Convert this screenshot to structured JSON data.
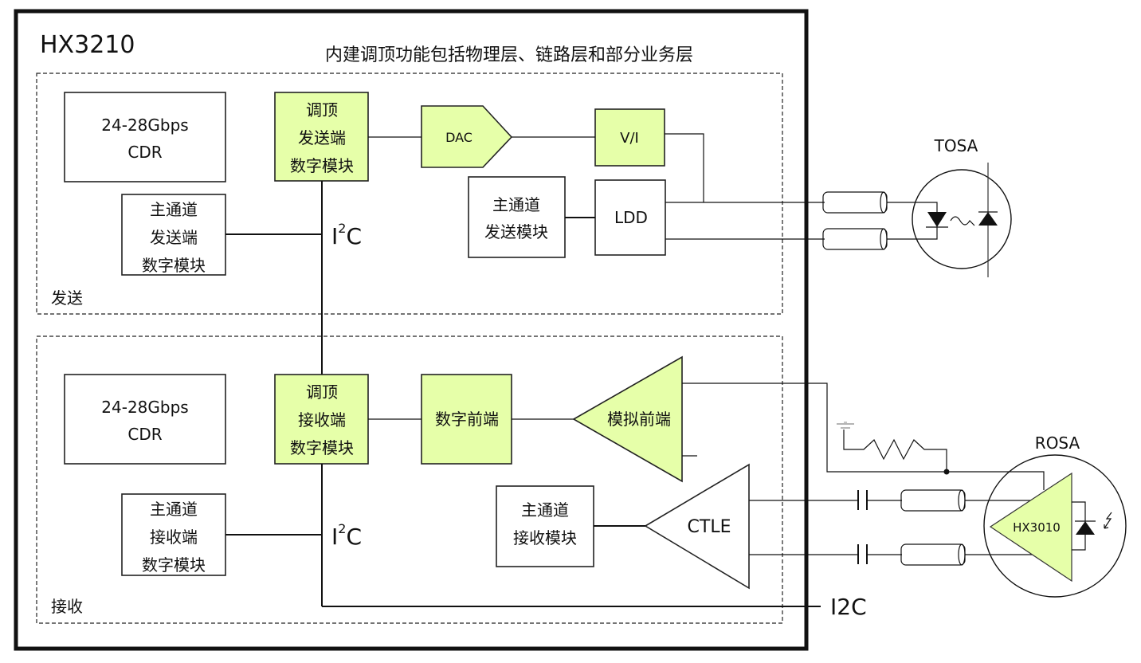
{
  "chip": {
    "name": "HX3210",
    "subtitle": "内建调顶功能包括物理层、链路层和部分业务层"
  },
  "colors": {
    "accent_fill": "#e6ffa9",
    "line": "#111111",
    "background": "#ffffff"
  },
  "tx_section": {
    "label": "发送",
    "cdr": [
      "24-28Gbps",
      "CDR"
    ],
    "main_digital": [
      "主通道",
      "发送端",
      "数字模块"
    ],
    "tuning_digital": [
      "调顶",
      "发送端",
      "数字模块"
    ],
    "dac": "DAC",
    "vi": "V/I",
    "main_module": [
      "主通道",
      "发送模块"
    ],
    "ldd": "LDD",
    "bus_label_base": "I",
    "bus_label_sup": "2",
    "bus_label_tail": "C"
  },
  "rx_section": {
    "label": "接收",
    "cdr": [
      "24-28Gbps",
      "CDR"
    ],
    "main_digital": [
      "主通道",
      "接收端",
      "数字模块"
    ],
    "tuning_digital": [
      "调顶",
      "接收端",
      "数字模块"
    ],
    "digital_frontend": "数字前端",
    "analog_frontend": "模拟前端",
    "main_module": [
      "主通道",
      "接收模块"
    ],
    "ctle": "CTLE",
    "bus_label_base": "I",
    "bus_label_sup": "2",
    "bus_label_tail": "C"
  },
  "external": {
    "tosa_label": "TOSA",
    "rosa_label": "ROSA",
    "rosa_chip": "HX3010",
    "i2c_out": "I2C"
  }
}
